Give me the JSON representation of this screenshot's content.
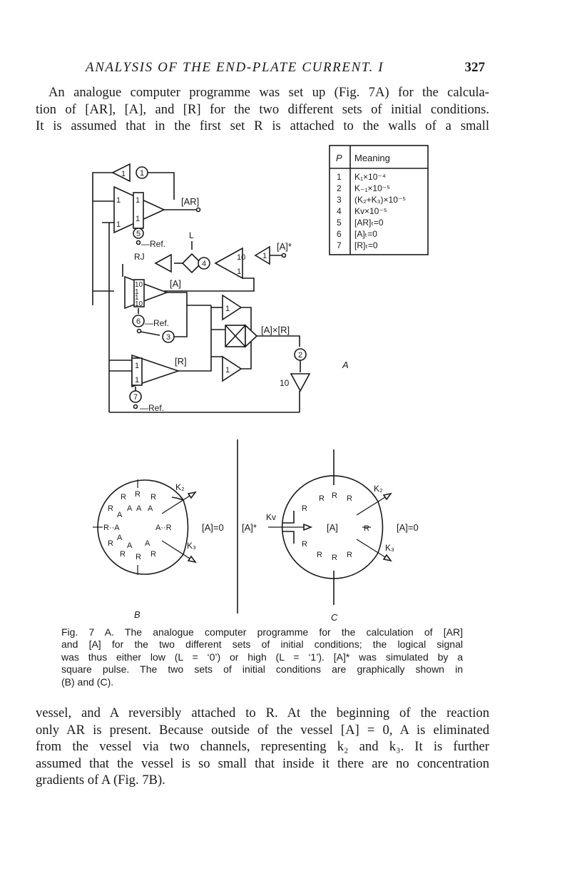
{
  "header": {
    "running_title": "ANALYSIS OF THE END-PLATE CURRENT. I",
    "page_number": "327"
  },
  "paragraph_top": [
    "An analogue computer programme was set up (Fig. 7A) for the calcula-",
    "tion of [AR], [A], and [R] for the two different sets of initial conditions.",
    "It is assumed that in the first set R is attached to the walls of a small"
  ],
  "figure": {
    "table": {
      "headers": [
        "P",
        "Meaning"
      ],
      "rows": [
        [
          "1",
          "K₁×10⁻⁴"
        ],
        [
          "2",
          "K₋₁×10⁻⁵"
        ],
        [
          "3",
          "(K₂+K₃)×10⁻⁵"
        ],
        [
          "4",
          "Kv×10⁻⁵"
        ],
        [
          "5",
          "[AR]ₜ=0"
        ],
        [
          "6",
          "[A]ₜ=0"
        ],
        [
          "7",
          "[R]ₜ=0"
        ]
      ]
    },
    "panel_a": {
      "panel_label": "A",
      "output_ar": "[AR]",
      "output_a": "[A]",
      "output_r": "[R]",
      "input_a_star": "[A]*",
      "product": "[A]×[R]",
      "logic_L": "L",
      "relay": "RJ",
      "ref": "—Ref.",
      "gain_10": "10",
      "gains": [
        "1",
        "1",
        "1",
        "1",
        "1",
        "10",
        "1",
        "1",
        "10",
        "1",
        "1",
        "1",
        "1",
        "1",
        "1",
        "1"
      ],
      "potentiometers": [
        "1",
        "5",
        "4",
        "6",
        "3",
        "2",
        "7"
      ]
    },
    "panel_b": {
      "panel_label": "B",
      "eq_right": "[A]=0",
      "k2": "K₂",
      "k3": "K₃",
      "inner_labels": [
        "R",
        "R",
        "R",
        "R",
        "A",
        "A",
        "A",
        "A",
        "R··A",
        "A··R",
        "R",
        "A",
        "A",
        "A",
        "R",
        "R",
        "R"
      ]
    },
    "panel_c": {
      "panel_label": "C",
      "eq_left": "[A]*",
      "eq_right": "[A]=0",
      "center": "[A]",
      "kv": "Kv",
      "k2": "K₂",
      "k3": "K₃",
      "inner_labels": [
        "R",
        "R",
        "R",
        "R",
        "R",
        "R",
        "R",
        "R",
        "R"
      ]
    }
  },
  "caption": [
    "Fig. 7 A. The analogue computer programme for the calculation of [AR]",
    "and [A] for the two different sets of initial conditions; the logical signal",
    "was thus either low (L = ‘0’) or high (L = ‘1’). [A]* was simulated by a",
    "square pulse. The two sets of initial conditions are graphically shown in",
    "(B) and (C)."
  ],
  "paragraph_bottom": [
    "vessel, and A reversibly attached to R. At the beginning of the reaction",
    "only AR is present. Because outside of the vessel [A] = 0, A is eliminated",
    "from the vessel via two channels, representing k₂ and k₃. It is further",
    "assumed that the vessel is so small that inside it there are no concentration",
    "gradients of A (Fig. 7B)."
  ]
}
